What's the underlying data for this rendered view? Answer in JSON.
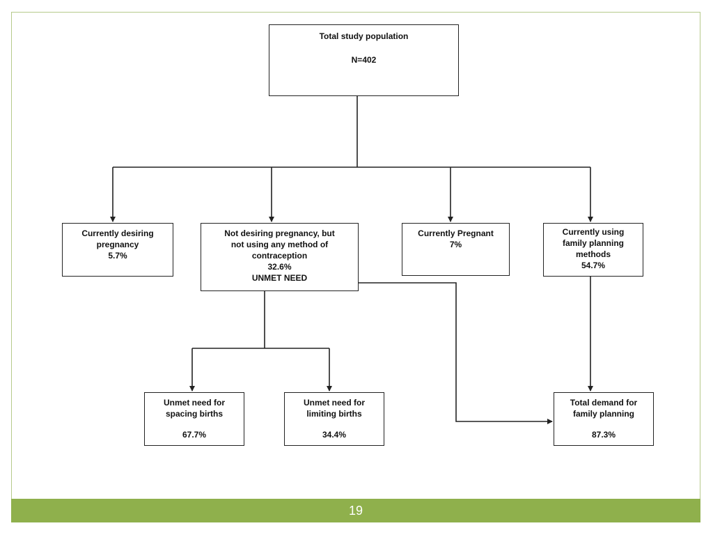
{
  "diagram": {
    "root": {
      "title": "Total study population",
      "n": "N=402"
    },
    "desiring": {
      "line1": "Currently desiring",
      "line2": "pregnancy",
      "value": "5.7%"
    },
    "unmet": {
      "line1": "Not desiring pregnancy, but",
      "line2": "not using any method of",
      "line3": "contraception",
      "value": "32.6%",
      "label": "UNMET NEED"
    },
    "pregnant": {
      "line1": "Currently Pregnant",
      "value": "7%"
    },
    "using": {
      "line1": "Currently using",
      "line2": "family planning",
      "line3": "methods",
      "value": "54.7%"
    },
    "spacing": {
      "line1": "Unmet need for",
      "line2": "spacing births",
      "value": "67.7%"
    },
    "limiting": {
      "line1": "Unmet need for",
      "line2": "limiting births",
      "value": "34.4%"
    },
    "demand": {
      "line1": "Total demand for",
      "line2": "family planning",
      "value": "87.3%"
    }
  },
  "footer": {
    "page_number": "19"
  },
  "colors": {
    "footer_bar": "#8fb04c",
    "frame_border": "#b5c98a",
    "lines": "#222222"
  }
}
